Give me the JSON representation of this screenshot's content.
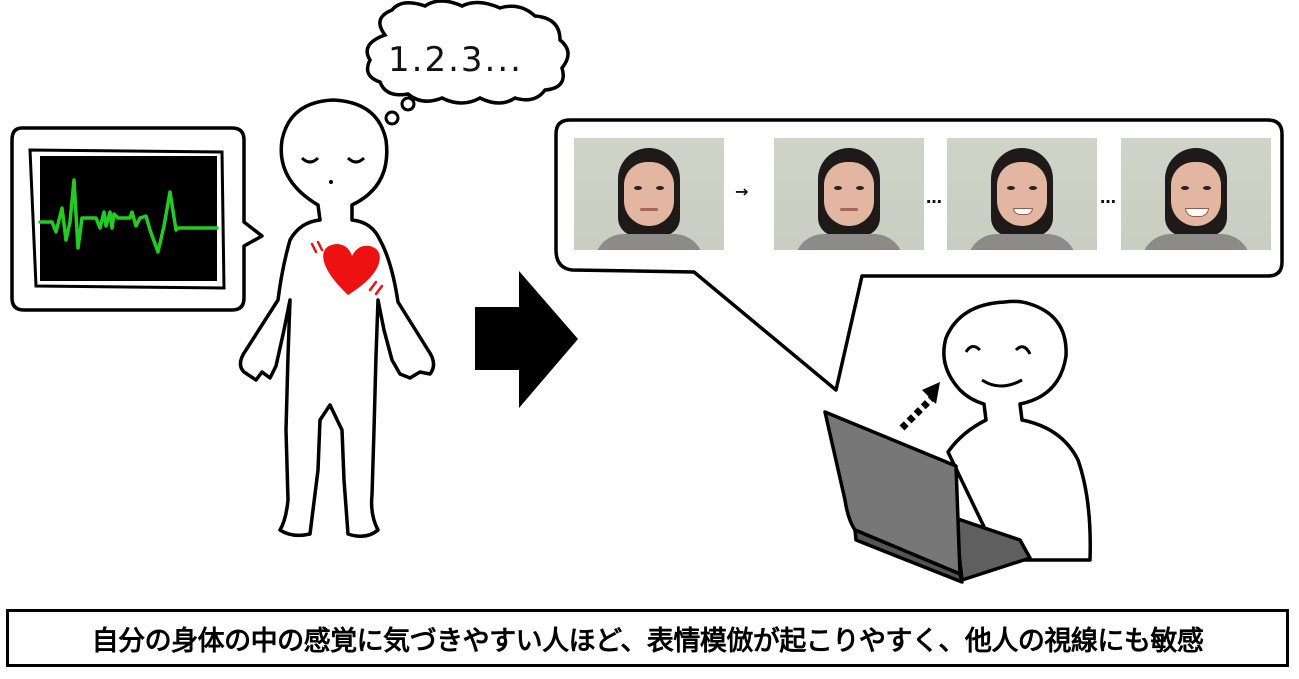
{
  "thought_bubble": {
    "text": "1.2.3..."
  },
  "heart_monitor": {
    "screen_color": "#000000",
    "trace_color": "#22cc22"
  },
  "heart": {
    "color": "#ee1111"
  },
  "photo_sequence": {
    "frames": [
      {
        "label": "neutral face",
        "expression": "neutral"
      },
      {
        "label": "neutral face 2",
        "expression": "neutral"
      },
      {
        "label": "slight smile",
        "expression": "slight-smile"
      },
      {
        "label": "full smile",
        "expression": "smile"
      }
    ],
    "separators": [
      "→",
      "…",
      "…"
    ]
  },
  "laptop": {
    "color": "#777777"
  },
  "caption": {
    "text": "自分の身体の中の感覚に気づきやすい人ほど、表情模倣が起こりやすく、他人の視線にも敏感"
  }
}
